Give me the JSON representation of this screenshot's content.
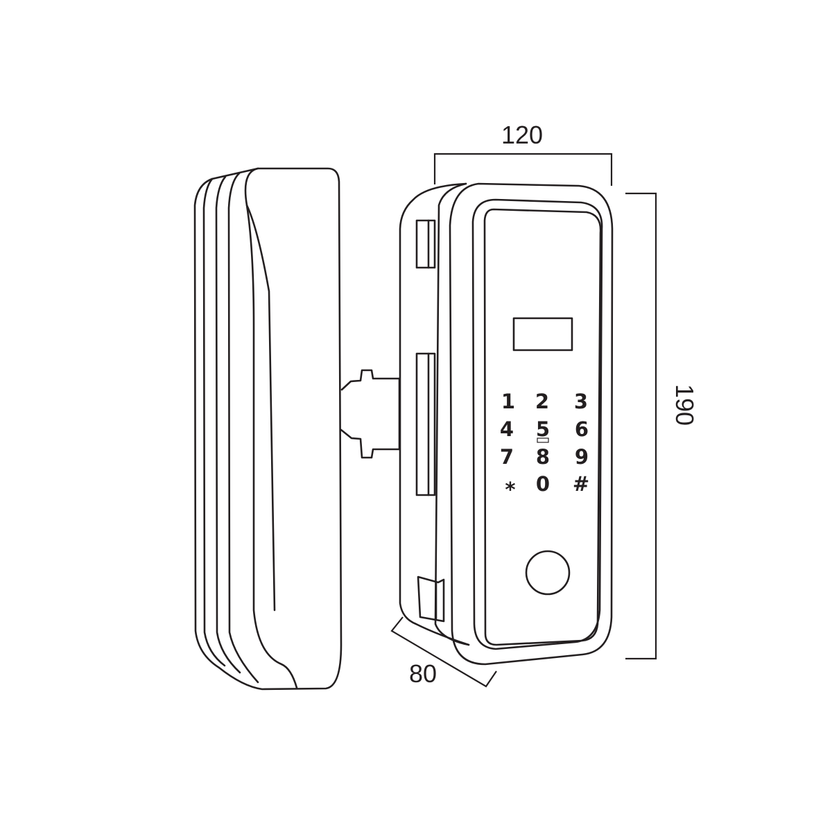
{
  "dimensions": {
    "width": "120",
    "height": "190",
    "depth": "80"
  },
  "keypad": {
    "keys": [
      "1",
      "2",
      "3",
      "4",
      "5",
      "6",
      "7",
      "8",
      "9",
      "*",
      "0",
      "#"
    ]
  },
  "icons": {
    "fingerprint_sensor": "circle",
    "display_window": "rectangle"
  },
  "colors": {
    "line": "#231f20",
    "background": "#ffffff"
  }
}
